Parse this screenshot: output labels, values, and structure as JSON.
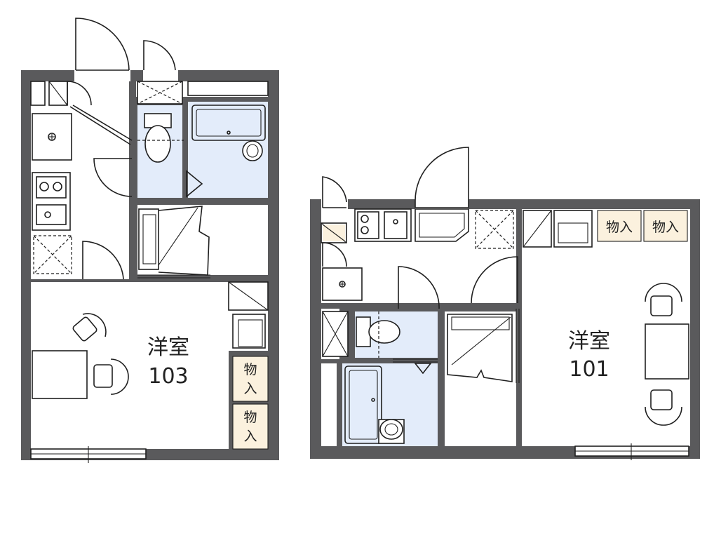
{
  "units": [
    {
      "room_type": "洋室",
      "unit_number": "103",
      "storage_labels": [
        "物入",
        "物入"
      ]
    },
    {
      "room_type": "洋室",
      "unit_number": "101",
      "storage_labels": [
        "物入",
        "物入"
      ]
    }
  ],
  "colors": {
    "wall": "#5a5a5c",
    "wet_area": "#e3ecfa",
    "storage": "#fbf1de",
    "line": "#1f1f1f"
  }
}
